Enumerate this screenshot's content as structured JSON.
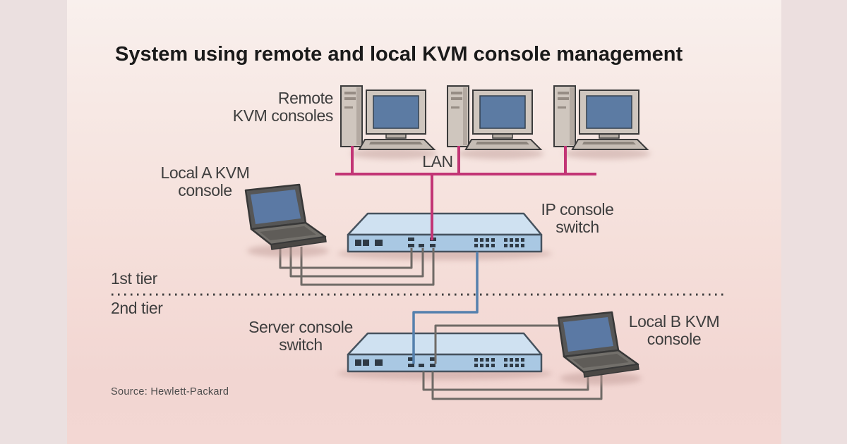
{
  "title": "System using remote and local KVM console management",
  "source_credit": "Source: Hewlett-Packard",
  "labels": {
    "remote_consoles": [
      "Remote",
      "KVM consoles"
    ],
    "lan": "LAN",
    "local_a": [
      "Local A KVM",
      "console"
    ],
    "ip_switch": [
      "IP console",
      "switch"
    ],
    "tier1": "1st tier",
    "tier2": "2nd tier",
    "server_switch": [
      "Server console",
      "switch"
    ],
    "local_b": [
      "Local B KVM",
      "console"
    ]
  },
  "diagram": {
    "nodes": [
      {
        "id": "remote-kvm-consoles",
        "label": "Remote KVM consoles",
        "type": "desktop-pc-group",
        "count": 3,
        "tier": "1st tier"
      },
      {
        "id": "lan",
        "label": "LAN",
        "type": "network-bus",
        "tier": "1st tier"
      },
      {
        "id": "local-a-kvm-console",
        "label": "Local A KVM console",
        "type": "laptop",
        "tier": "1st tier"
      },
      {
        "id": "ip-console-switch",
        "label": "IP console switch",
        "type": "console-switch",
        "tier": "1st tier"
      },
      {
        "id": "server-console-switch",
        "label": "Server console switch",
        "type": "console-switch",
        "tier": "2nd tier"
      },
      {
        "id": "local-b-kvm-console",
        "label": "Local B KVM console",
        "type": "laptop",
        "tier": "2nd tier"
      }
    ],
    "edges": [
      {
        "from": "remote-kvm-consoles",
        "to": "lan",
        "style": "lan-line",
        "lines": 3
      },
      {
        "from": "lan",
        "to": "ip-console-switch",
        "style": "lan-line",
        "lines": 1
      },
      {
        "from": "local-a-kvm-console",
        "to": "ip-console-switch",
        "style": "kvm-cable",
        "lines": 3
      },
      {
        "from": "ip-console-switch",
        "to": "server-console-switch",
        "style": "tier-link",
        "lines": 1
      },
      {
        "from": "local-b-kvm-console",
        "to": "server-console-switch",
        "style": "kvm-cable",
        "lines": 3
      }
    ],
    "tiers": [
      "1st tier",
      "2nd tier"
    ]
  },
  "colors": {
    "lan_line": "#c23575",
    "tier_link": "#5580ad",
    "kvm_cable": "#6f6a66",
    "switch_top": "#cfe1f1",
    "switch_front": "#a9c8e3",
    "switch_outline": "#46525e",
    "screen_blue": "#5c7ba3",
    "pc_body": "#cfc6be",
    "background_top": "#f9f0ed",
    "background_bottom": "#f2d6d2",
    "side_margin": "#ebe0e0",
    "title_text": "#1a1a1a",
    "label_text": "#3e3e3e"
  }
}
